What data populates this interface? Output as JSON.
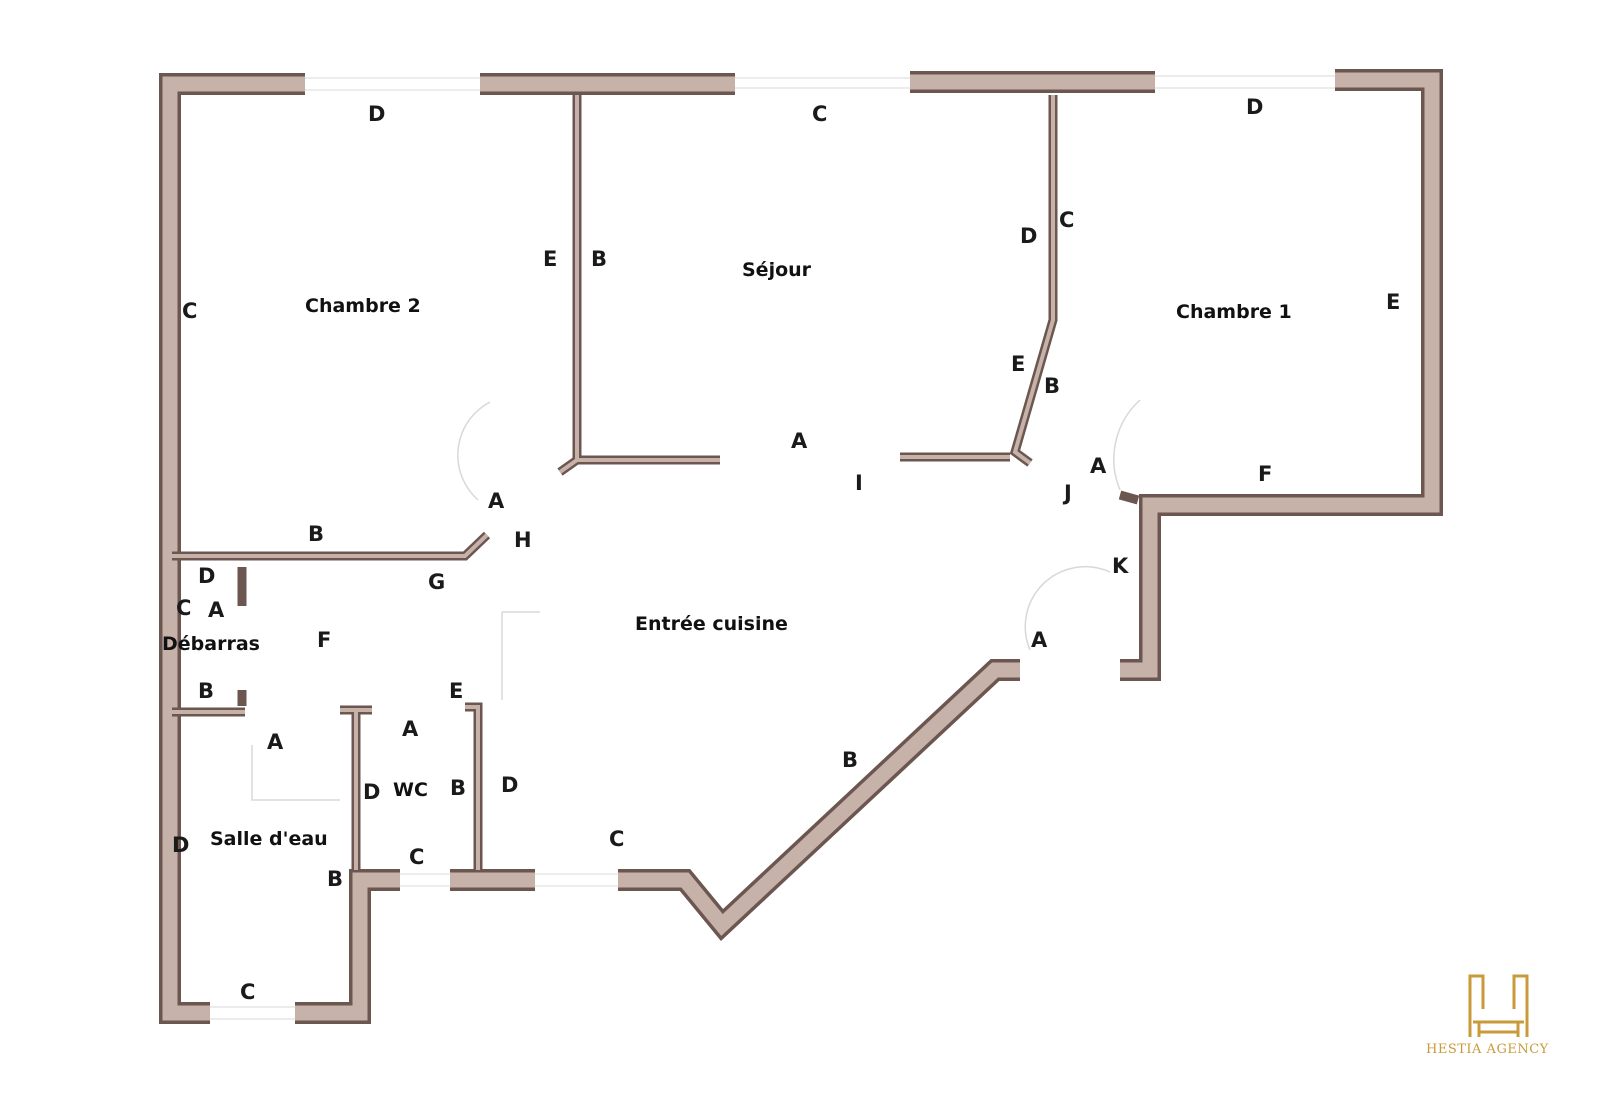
{
  "rooms": {
    "chambre2": "Chambre 2",
    "sejour": "Séjour",
    "chambre1": "Chambre 1",
    "debarras": "Débarras",
    "entree_cuisine": "Entrée cuisine",
    "wc": "WC",
    "salle_deau": "Salle d'eau"
  },
  "wall_labels": {
    "c2_top": "D",
    "c2_left": "C",
    "c2_right": "E",
    "c2_bottom": "B",
    "sej_left": "B",
    "sej_top": "C",
    "sej_right_d": "D",
    "sej_diag_e": "E",
    "sej_bottom": "A",
    "c1_left": "C",
    "c1_top": "D",
    "c1_right": "E",
    "c1_diag_b": "B",
    "c1_bottom": "F",
    "c1_door": "A",
    "door_h_a": "A",
    "h": "H",
    "i": "I",
    "j": "J",
    "k": "K",
    "g": "G",
    "deb_d": "D",
    "deb_c": "C",
    "deb_a": "A",
    "deb_b": "B",
    "f": "F",
    "hall_a": "A",
    "hall_e": "E",
    "wc_a": "A",
    "wc_d": "D",
    "wc_b": "B",
    "wc_right_d": "D",
    "wc_c": "C",
    "sde_d": "D",
    "sde_b": "B",
    "sde_c": "C",
    "kitchen_c": "C",
    "kitchen_b": "B",
    "entry_a": "A"
  },
  "logo": {
    "text": "HESTIA AGENCY",
    "color": "#c99a3a"
  }
}
